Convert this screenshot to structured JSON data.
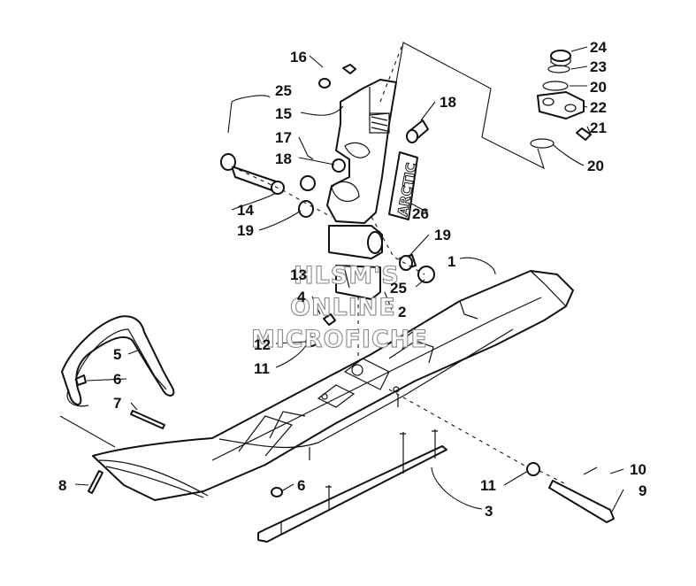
{
  "callouts": [
    {
      "n": "1"
    },
    {
      "n": "2"
    },
    {
      "n": "3"
    },
    {
      "n": "4"
    },
    {
      "n": "5"
    },
    {
      "n": "6"
    },
    {
      "n": "6"
    },
    {
      "n": "7"
    },
    {
      "n": "8"
    },
    {
      "n": "9"
    },
    {
      "n": "10"
    },
    {
      "n": "11"
    },
    {
      "n": "11"
    },
    {
      "n": "12"
    },
    {
      "n": "13"
    },
    {
      "n": "14"
    },
    {
      "n": "15"
    },
    {
      "n": "16"
    },
    {
      "n": "17"
    },
    {
      "n": "18"
    },
    {
      "n": "18"
    },
    {
      "n": "19"
    },
    {
      "n": "19"
    },
    {
      "n": "20"
    },
    {
      "n": "20"
    },
    {
      "n": "21"
    },
    {
      "n": "22"
    },
    {
      "n": "23"
    },
    {
      "n": "24"
    },
    {
      "n": "25"
    },
    {
      "n": "25"
    },
    {
      "n": "26"
    }
  ],
  "watermark": {
    "line1": "HLSM'S",
    "line2": "ONLINE",
    "line3": "MICROFICHE"
  },
  "logo_text": "ARCTIC",
  "colors": {
    "ink": "#111111",
    "watermark": "#8a8a8a",
    "background": "#ffffff"
  }
}
